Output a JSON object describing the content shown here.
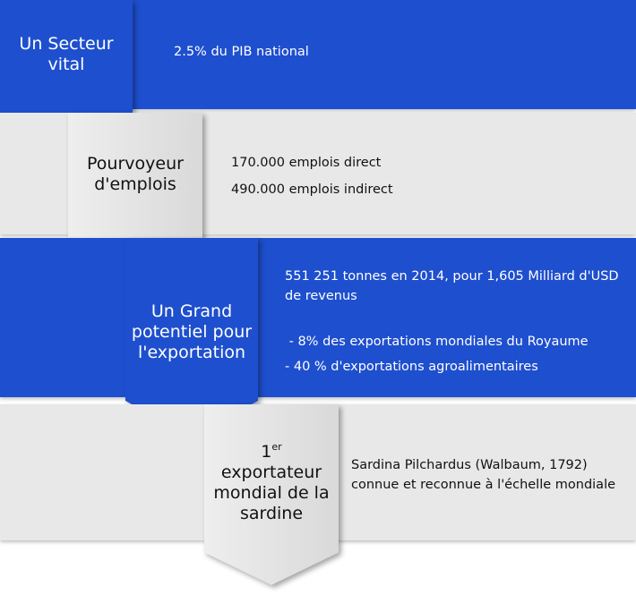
{
  "sections": [
    {
      "title": "Un Secteur vital",
      "lines": [
        "2.5% du PIB national"
      ]
    },
    {
      "title": "Pourvoyeur d'emplois",
      "lines": [
        "170.000 emplois direct",
        "490.000 emplois indirect"
      ]
    },
    {
      "title": "Un Grand potentiel pour l'exportation",
      "lines": [
        "551 251 tonnes en 2014, pour 1,605 Milliard d'USD de revenus",
        " - 8% des exportations mondiales du Royaume",
        "- 40 % d'exportations agroalimentaires"
      ]
    },
    {
      "title_rank": "1",
      "title_rank_suffix": "er",
      "title": "exportateur mondial de la sardine",
      "lines": [
        "Sardina Pilchardus (Walbaum, 1792) connue et reconnue à l'échelle mondiale"
      ]
    }
  ],
  "colors": {
    "blue": "#1e4fce",
    "gray": "#e8e8e8",
    "white_text": "#ffffff",
    "dark_text": "#111111"
  }
}
